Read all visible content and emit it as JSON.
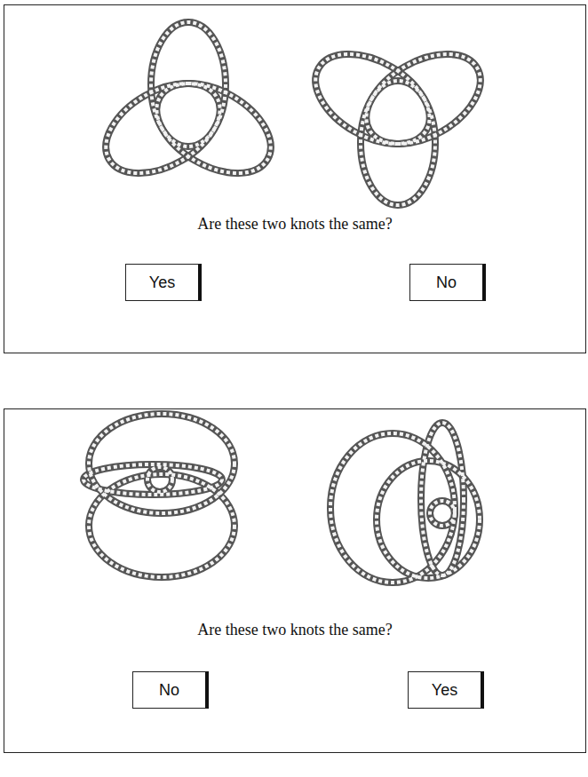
{
  "diagram": {
    "nodes": [
      {
        "text": [
          "Are these two knots the same?"
        ]
      },
      {
        "text": [
          "Yes"
        ],
        "in": 0
      },
      {
        "text": [
          "No"
        ],
        "in": 0
      },
      {
        "text": [
          "Are these two knots the same?"
        ]
      },
      {
        "text": [
          "No"
        ],
        "in": 3
      },
      {
        "text": [
          "Yes"
        ],
        "in": 3
      }
    ]
  }
}
